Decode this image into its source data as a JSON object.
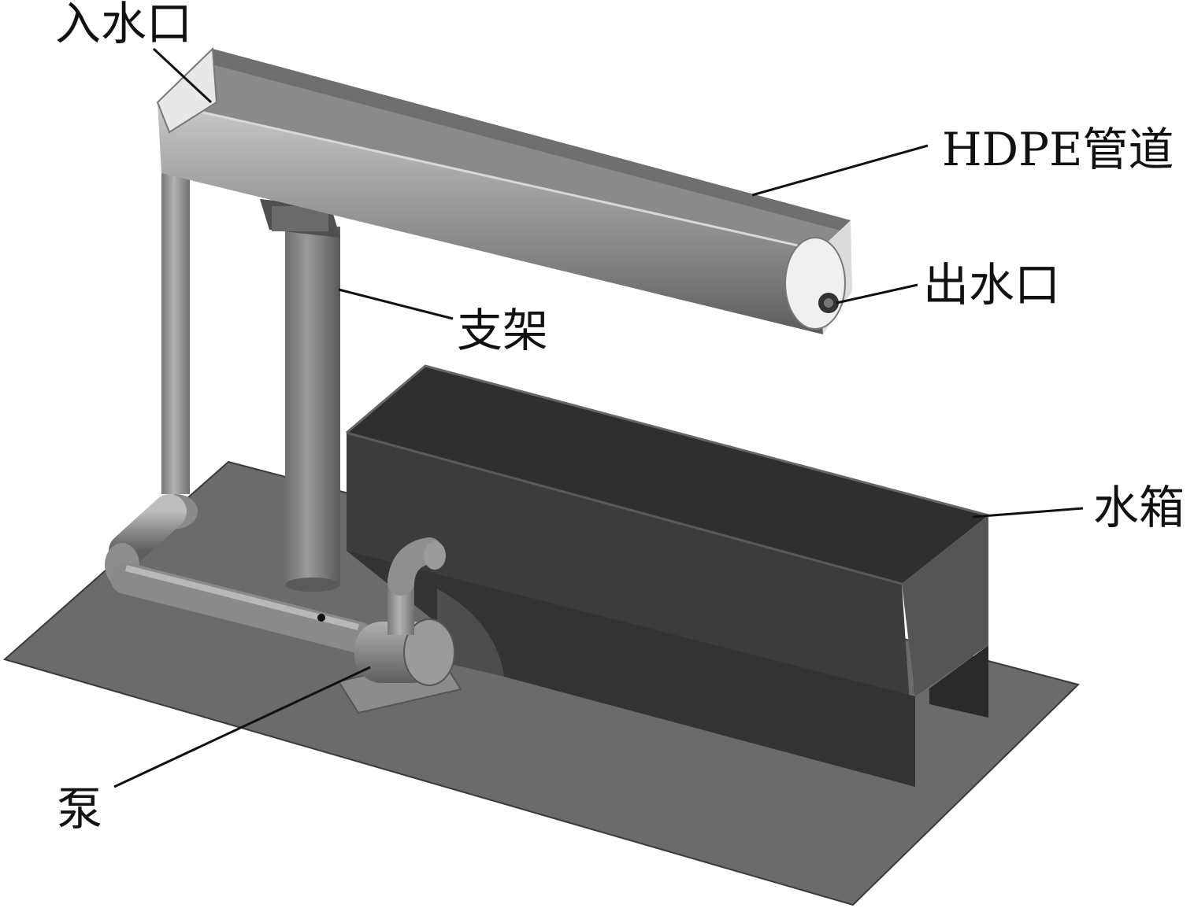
{
  "labels": {
    "inlet": "入水口",
    "pipe": "HDPE管道",
    "outlet": "出水口",
    "support": "支架",
    "tank": "水箱",
    "pump": "泵"
  },
  "colors": {
    "background": "#ffffff",
    "base_plate": "#6b6b6b",
    "tank_dark": "#3c3c3c",
    "pipe_metal": "#8e8e8e",
    "text": "#111111"
  }
}
